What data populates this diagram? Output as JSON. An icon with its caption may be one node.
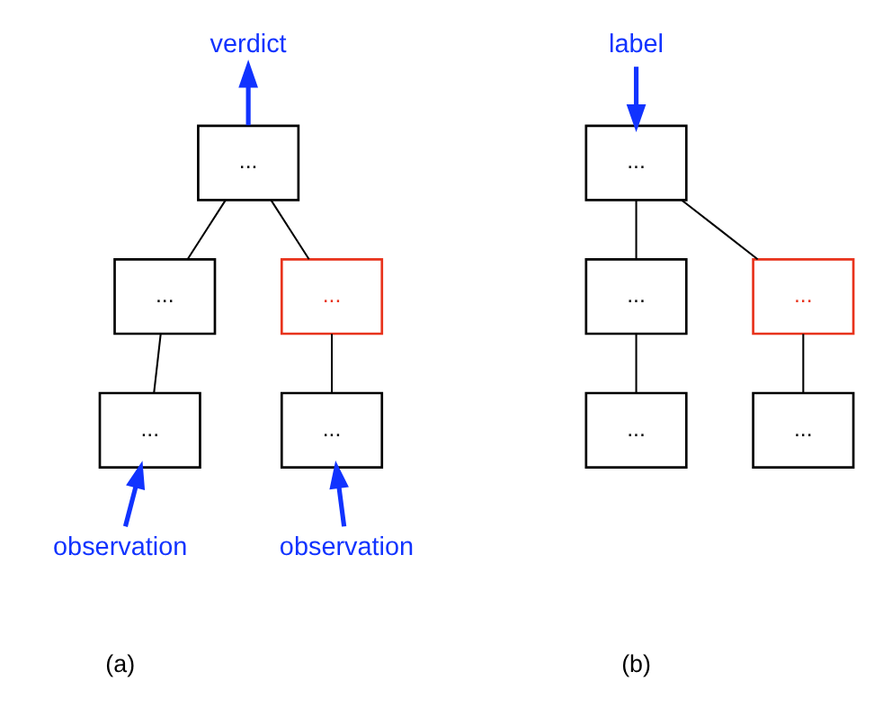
{
  "diagram": {
    "nodes": [
      {
        "text": [
          "verdict"
        ]
      },
      {
        "text": [
          "..."
        ]
      },
      {
        "text": [
          "..."
        ]
      },
      {
        "text": [
          "..."
        ]
      },
      {
        "text": [
          "..."
        ]
      },
      {
        "text": [
          "..."
        ]
      },
      {
        "text": [
          "observation"
        ]
      },
      {
        "text": [
          "observation"
        ]
      },
      {
        "text": [
          "label"
        ]
      },
      {
        "text": [
          "..."
        ]
      },
      {
        "text": [
          "..."
        ]
      },
      {
        "text": [
          "..."
        ]
      },
      {
        "text": [
          "..."
        ]
      },
      {
        "text": [
          "..."
        ]
      }
    ],
    "edges": [
      {
        "from": 1,
        "to": 0,
        "arrow": "to",
        "color": "#1133ff",
        "style": "thick"
      },
      {
        "from": 1,
        "to": 2,
        "arrow": "none"
      },
      {
        "from": 1,
        "to": 3,
        "arrow": "none"
      },
      {
        "from": 2,
        "to": 4,
        "arrow": "none"
      },
      {
        "from": 3,
        "to": 5,
        "arrow": "none"
      },
      {
        "from": 6,
        "to": 4,
        "arrow": "to",
        "color": "#1133ff",
        "style": "thick"
      },
      {
        "from": 7,
        "to": 5,
        "arrow": "to",
        "color": "#1133ff",
        "style": "thick"
      },
      {
        "from": 8,
        "to": 9,
        "arrow": "to",
        "color": "#1133ff",
        "style": "thick"
      },
      {
        "from": 9,
        "to": 10,
        "arrow": "none"
      },
      {
        "from": 9,
        "to": 11,
        "arrow": "none"
      },
      {
        "from": 10,
        "to": 12,
        "arrow": "none"
      },
      {
        "from": 11,
        "to": 13,
        "arrow": "none"
      }
    ],
    "labels": [
      "(a)",
      "(b)"
    ]
  }
}
